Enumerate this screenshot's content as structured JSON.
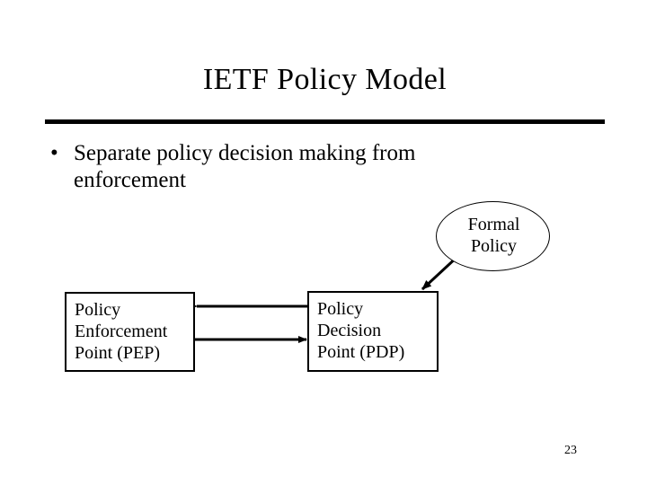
{
  "slide": {
    "title": "IETF Policy Model",
    "page_number": "23",
    "background_color": "#ffffff",
    "ink_color": "#000000"
  },
  "bullets": [
    {
      "glyph": "•",
      "text": "Separate policy decision making from enforcement"
    }
  ],
  "diagram": {
    "type": "block-diagram",
    "nodes": [
      {
        "id": "pep",
        "shape": "rectangle",
        "lines": [
          "Policy",
          "Enforcement",
          "Point (PEP)"
        ]
      },
      {
        "id": "pdp",
        "shape": "rectangle",
        "lines": [
          "Policy",
          "Decision",
          "Point (PDP)"
        ]
      },
      {
        "id": "formal-policy",
        "shape": "ellipse",
        "lines": [
          "Formal",
          "Policy"
        ]
      }
    ],
    "edges": [
      {
        "id": "pdp-to-pep",
        "from": "pdp",
        "to": "pep",
        "direction": "left",
        "style": "solid-arrow"
      },
      {
        "id": "pep-to-pdp",
        "from": "pep",
        "to": "pdp",
        "direction": "right",
        "style": "solid-arrow"
      },
      {
        "id": "formal-policy-to-pdp",
        "from": "formal-policy",
        "to": "pdp",
        "direction": "down-left",
        "style": "solid-arrow"
      }
    ]
  }
}
